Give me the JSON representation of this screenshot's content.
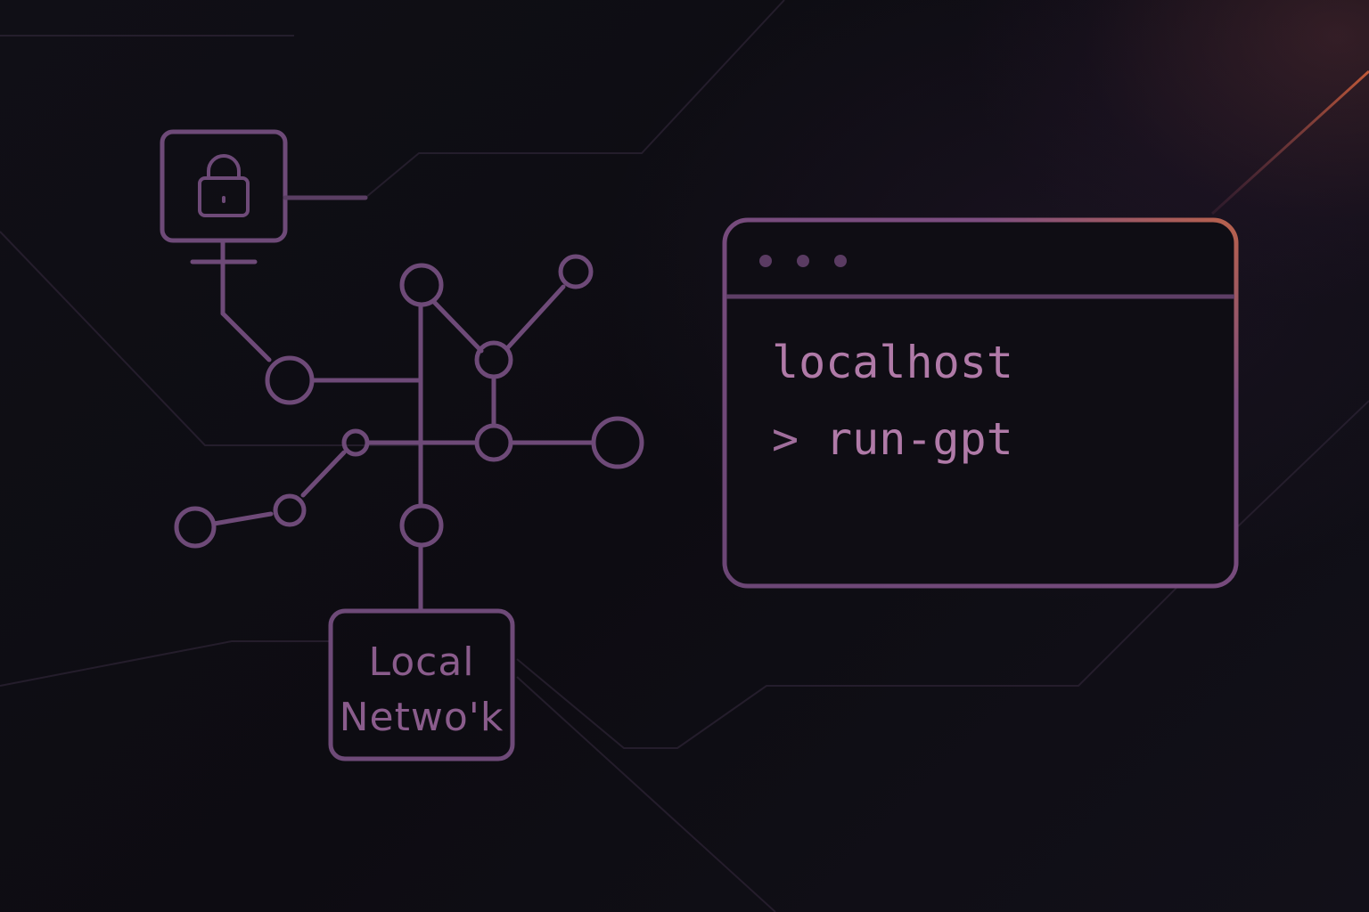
{
  "network_box": {
    "line1": "Local",
    "line2": "Netwo'k"
  },
  "terminal": {
    "line1": "localhost",
    "prompt": ">",
    "command": "run-gpt"
  },
  "icons": {
    "lock": "lock-icon"
  },
  "colors": {
    "stroke": "#6e4a78",
    "text_terminal": "#b07aa8",
    "text_network": "#8a5c8c",
    "glow": "#c4543c"
  }
}
